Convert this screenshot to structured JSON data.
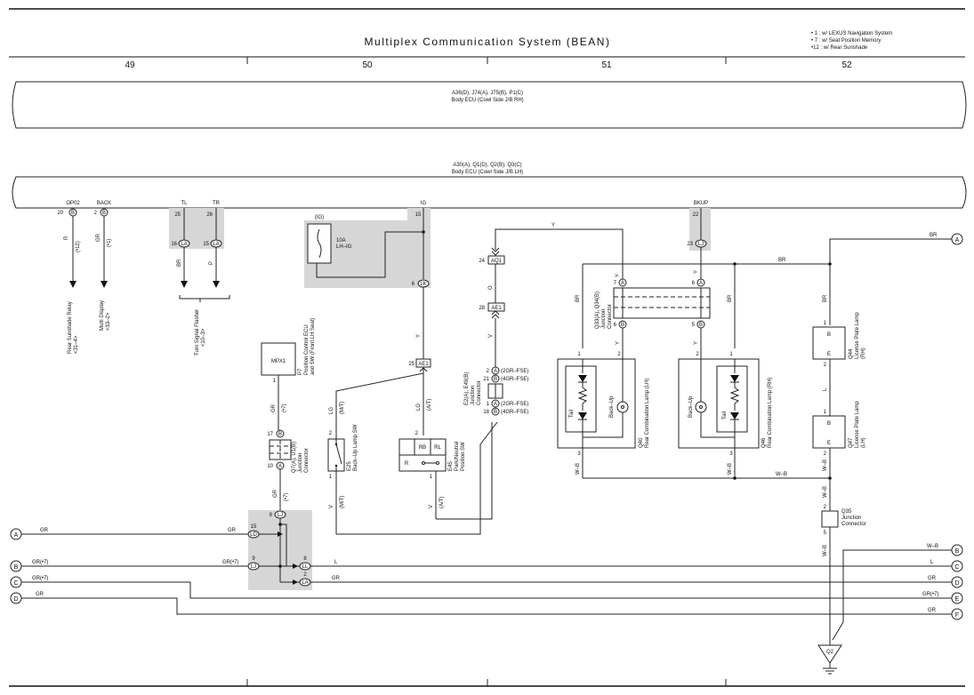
{
  "title": "Multiplex Communication System (BEAN)",
  "notes": [
    "• 1 : w/ LEXUS Navigation System",
    "• 7 : w/ Seat Position Memory",
    "•12 : w/ Rear Sunshade"
  ],
  "columns": [
    "49",
    "50",
    "51",
    "52"
  ],
  "ecu_top": {
    "line1": "A36(D), J74(A), J75(B), P1(C)",
    "line2": "Body ECU (Cowl Side J/B RH)"
  },
  "ecu_main": {
    "line1": "A30(A), Q1(D), Q2(B), Q3(C)",
    "line2": "Body ECU (Cowl Side J/B LH)"
  },
  "terminals": {
    "op02": {
      "name": "OP02",
      "pin": "20",
      "conn": "B",
      "wire": "R",
      "note": "(•12)",
      "dest": "Rear Sunshade Relay",
      "ref": "<31–4>"
    },
    "back": {
      "name": "BACK",
      "pin": "2",
      "conn": "B",
      "wire": "GR",
      "note": "(•1)",
      "dest": "Multi Display",
      "ref": "<33–2>"
    },
    "tl": {
      "name": "TL",
      "pin": "25",
      "jpin": "16",
      "jconn": "LA",
      "wire": "BR"
    },
    "tr": {
      "name": "TR",
      "pin": "26",
      "jpin": "15",
      "jconn": "LA",
      "wire": "P"
    },
    "turn": {
      "dest": "Turn Signal Flasher",
      "ref": "<10–3>"
    },
    "ig": {
      "name": "IG",
      "pin": "15"
    },
    "bkup": {
      "name": "BKUP",
      "pin": "22",
      "jpin": "23",
      "jconn": "LJ"
    }
  },
  "fuse": {
    "group": "(IG)",
    "rating": "10A",
    "name": "LH–IG",
    "out_pin": "6",
    "out_conn": "LK"
  },
  "p7": {
    "box": "MPX1",
    "code": "P7",
    "name": "Position Control ECU",
    "name2": "and SW (Front LH Seat)",
    "pin": "1"
  },
  "q7": {
    "code": "Q7(A), U1(B)",
    "name": "Junction",
    "name2": "Connector",
    "pin_top": "17",
    "conn_top": "B",
    "pin_bot": "10",
    "conn_bot": "A"
  },
  "ae1_top": {
    "pin": "25",
    "conn": "AE1"
  },
  "back_up_sw": {
    "code": "E25",
    "name": "Back–Up Lamp SW",
    "pin_top": "2",
    "pin_bot": "1"
  },
  "park_sw": {
    "code": "E45",
    "name": "Park/Neutral",
    "name2": "Position SW",
    "pin_top": "2",
    "pin_bot": "1",
    "rb": "RB",
    "rl": "RL",
    "r": "R"
  },
  "connectors": {
    "aq1_pin": "24",
    "aq1": "AQ1",
    "ae1_pin": "28",
    "ae1": "AE1"
  },
  "e2": {
    "code": "E2(A), E49(B)",
    "name": "Junction",
    "name2": "Connector",
    "p2": "2",
    "c2": "A",
    "n2": "(2GR–FSE)",
    "p21": "21",
    "c21": "B",
    "n21": "(4GR–FSE)",
    "p1": "1",
    "c1": "A",
    "n1": "(2GR–FSE)",
    "p18": "18",
    "c18": "B",
    "n18": "(4GR–FSE)"
  },
  "q33": {
    "code": "Q33(A), Q34(B)",
    "name": "Junction",
    "name2": "Connector",
    "pin_tl": "7",
    "conn_tl": "A",
    "pin_tr": "6",
    "conn_tr": "A",
    "pin_bl": "6",
    "conn_bl": "B",
    "pin_br": "5",
    "conn_br": "B"
  },
  "q40": {
    "code": "Q40",
    "name": "Rear Combination Lamp (LH)",
    "p1": "1",
    "p2": "2",
    "p3": "3",
    "tail": "Tail",
    "backup": "Back–Up"
  },
  "q46": {
    "code": "Q46",
    "name": "Rear Combination Lamp (RH)",
    "p1": "1",
    "p2": "2",
    "p3": "3",
    "tail": "Tail",
    "backup": "Back–Up"
  },
  "q44": {
    "code": "Q44",
    "name": "License Plate Lamp",
    "side": "(RH)",
    "b": "B",
    "e": "E",
    "p1": "1",
    "p2": "2"
  },
  "q47": {
    "code": "Q47",
    "name": "License Plate Lamp",
    "side": "(LH)",
    "b": "B",
    "e": "E",
    "p1": "1",
    "p2": "2"
  },
  "q35": {
    "code": "Q35",
    "name": "Junction",
    "name2": "Connector",
    "p2": "2",
    "p5": "5"
  },
  "ground": "Q2",
  "jb_left": {
    "pin8": "8",
    "conn8": "LJ",
    "pin15": "15",
    "conn15": "LD",
    "pin9": "9",
    "conn9": "LJ",
    "pin8b": "8",
    "conn8b": "LL",
    "pin2": "2",
    "conn2": "LA"
  },
  "wires": {
    "gr": "GR",
    "gr7": "GR(•7)",
    "note7": "(•7)",
    "l": "L",
    "lg": "LG",
    "v": "V",
    "y": "Y",
    "o": "O",
    "br": "BR",
    "wb": "W–B",
    "r": "R",
    "mt": "(M/T)",
    "at": "(A/T)"
  },
  "offpage": [
    "A",
    "B",
    "C",
    "D",
    "E",
    "F"
  ]
}
